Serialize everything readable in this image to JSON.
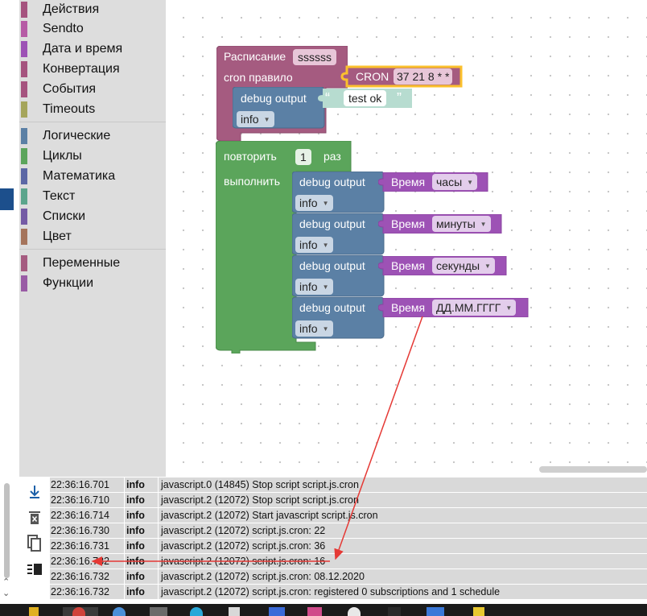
{
  "toolbox": {
    "categories": [
      {
        "label": "Действия",
        "color": "#a5537e"
      },
      {
        "label": "Sendto",
        "color": "#b65ba5"
      },
      {
        "label": "Дата и время",
        "color": "#9d52b5"
      },
      {
        "label": "Конвертация",
        "color": "#a5537e"
      },
      {
        "label": "События",
        "color": "#a5537e"
      },
      {
        "label": "Timeouts",
        "color": "#a5a55b"
      },
      {
        "label": "Логические",
        "color": "#5b80a5"
      },
      {
        "label": "Циклы",
        "color": "#5ba55b"
      },
      {
        "label": "Математика",
        "color": "#5b67a5"
      },
      {
        "label": "Текст",
        "color": "#5ba58c"
      },
      {
        "label": "Списки",
        "color": "#745ba5"
      },
      {
        "label": "Цвет",
        "color": "#a5745b"
      },
      {
        "label": "Переменные",
        "color": "#a55b80"
      },
      {
        "label": "Функции",
        "color": "#995ba5"
      }
    ]
  },
  "colors": {
    "schedule": "#a55b80",
    "cron": "#a55b80",
    "debug": "#5b80a5",
    "text": "#5ba58c",
    "loop": "#5ba55b",
    "time": "#9d52b5",
    "highlight": "#fbc02d",
    "arrow": "#e53935"
  },
  "blocks": {
    "schedule": {
      "label": "Расписание",
      "name": "ssssss",
      "cron_label": "cron правило"
    },
    "cron": {
      "label": "CRON",
      "value": "37 21 8 * *"
    },
    "debug_top": {
      "label": "debug output",
      "text": "test ok",
      "level": "info"
    },
    "loop": {
      "label_repeat": "повторить",
      "times": "1",
      "label_times": "раз",
      "label_do": "выполнить"
    },
    "debug_items": [
      {
        "label": "debug output",
        "level": "info",
        "time_label": "Время",
        "format": "часы"
      },
      {
        "label": "debug output",
        "level": "info",
        "time_label": "Время",
        "format": "минуты"
      },
      {
        "label": "debug output",
        "level": "info",
        "time_label": "Время",
        "format": "секунды"
      },
      {
        "label": "debug output",
        "level": "info",
        "time_label": "Время",
        "format": "ДД.ММ.ГГГГ"
      }
    ]
  },
  "log": {
    "tools": [
      "download-icon",
      "clear-icon",
      "copy-icon",
      "columns-icon"
    ],
    "rows": [
      {
        "time": "22:36:16.701",
        "level": "info",
        "message": "javascript.0 (14845) Stop script script.js.cron"
      },
      {
        "time": "22:36:16.710",
        "level": "info",
        "message": "javascript.2 (12072) Stop script script.js.cron"
      },
      {
        "time": "22:36:16.714",
        "level": "info",
        "message": "javascript.2 (12072) Start javascript script.js.cron"
      },
      {
        "time": "22:36:16.730",
        "level": "info",
        "message": "javascript.2 (12072) script.js.cron: 22"
      },
      {
        "time": "22:36:16.731",
        "level": "info",
        "message": "javascript.2 (12072) script.js.cron: 36"
      },
      {
        "time": "22:36:16.732",
        "level": "info",
        "message": "javascript.2 (12072) script.js.cron: 16"
      },
      {
        "time": "22:36:16.732",
        "level": "info",
        "message": "javascript.2 (12072) script.js.cron: 08.12.2020"
      },
      {
        "time": "22:36:16.732",
        "level": "info",
        "message": "javascript.2 (12072) script.js.cron: registered 0 subscriptions and 1 schedule"
      }
    ]
  }
}
